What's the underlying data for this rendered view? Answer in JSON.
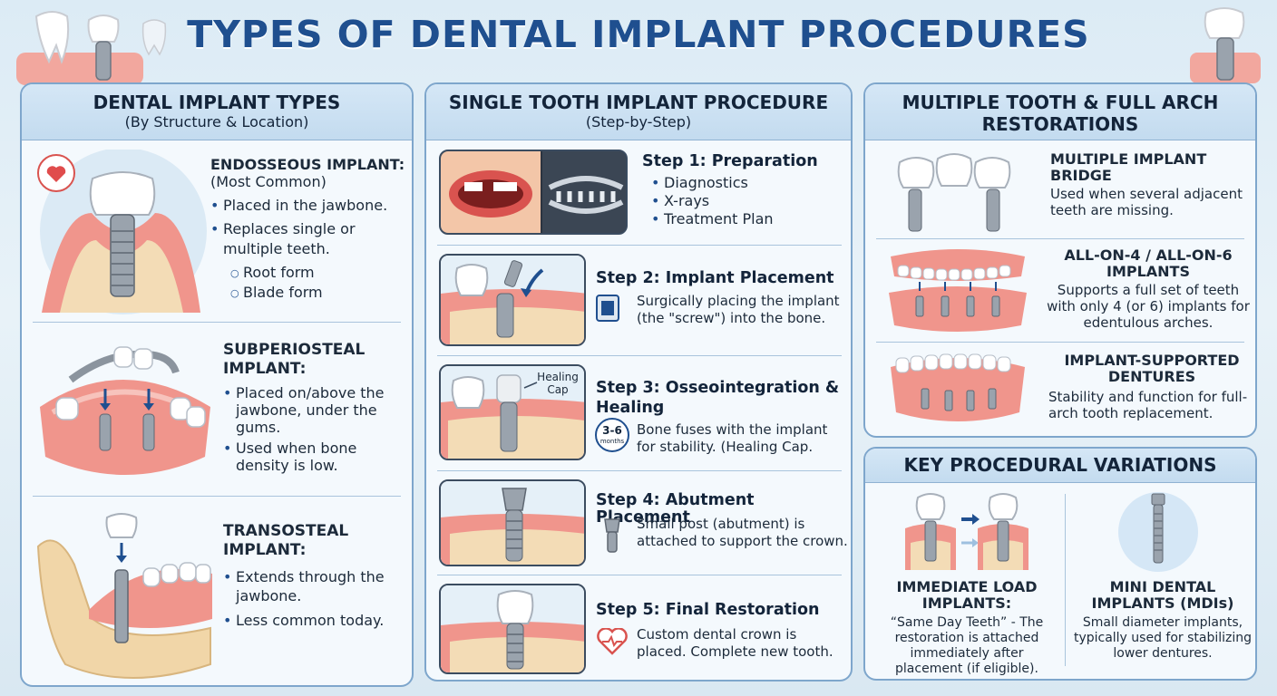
{
  "title": "TYPES OF DENTAL IMPLANT PROCEDURES",
  "colors": {
    "title": "#1f4f8f",
    "panel_border": "#7ea6cc",
    "gum": "#f0958c",
    "bone": "#f3dcb6",
    "metal": "#9aa3ad"
  },
  "panel_types": {
    "heading": "DENTAL IMPLANT TYPES",
    "subheading": "(By Structure & Location)",
    "endosseous": {
      "title": "ENDOSSEOUS IMPLANT:",
      "note": "(Most Common)",
      "bullets": [
        "Placed in the jawbone.",
        "Replaces single or multiple teeth."
      ],
      "sub_bullets": [
        "Root form",
        "Blade form"
      ]
    },
    "subperiosteal": {
      "title": "SUBPERIOSTEAL IMPLANT:",
      "bullets": [
        "Placed on/above the jawbone, under the gums.",
        "Used when bone density is low."
      ]
    },
    "transosteal": {
      "title": "TRANSOSTEAL IMPLANT:",
      "bullets": [
        "Extends through the jawbone.",
        "Less common today."
      ]
    }
  },
  "panel_single": {
    "heading": "SINGLE TOOTH IMPLANT PROCEDURE",
    "subheading": "(Step-by-Step)",
    "steps": [
      {
        "title": "Step 1: Preparation",
        "bullets": [
          "Diagnostics",
          "X-rays",
          "Treatment Plan"
        ]
      },
      {
        "title": "Step 2: Implant Placement",
        "text": "Surgically placing the implant (the \"screw\") into the bone."
      },
      {
        "title": "Step 3: Osseointegration & Healing",
        "text": "Bone fuses with the implant for stability. (Healing Cap.",
        "badge_num": "3-6",
        "badge_unit": "months",
        "image_label": "Healing Cap"
      },
      {
        "title": "Step 4: Abutment Placement",
        "text": "Small post (abutment) is attached to support the crown."
      },
      {
        "title": "Step 5: Final Restoration",
        "text": "Custom dental crown is placed. Complete new tooth."
      }
    ]
  },
  "panel_multi": {
    "heading": "MULTIPLE TOOTH & FULL ARCH RESTORATIONS",
    "items": [
      {
        "title": "MULTIPLE IMPLANT BRIDGE",
        "text": "Used when several adjacent teeth are missing."
      },
      {
        "title": "ALL-ON-4 / ALL-ON-6 IMPLANTS",
        "text": "Supports a full set of teeth with only 4 (or 6) implants for edentulous arches."
      },
      {
        "title": "IMPLANT-SUPPORTED DENTURES",
        "text": "Stability and function for full-arch tooth replacement."
      }
    ]
  },
  "panel_variations": {
    "heading": "KEY PROCEDURAL VARIATIONS",
    "immediate": {
      "title": "IMMEDIATE LOAD IMPLANTS:",
      "text": "“Same Day Teeth” - The restoration is attached immediately after placement (if eligible)."
    },
    "mini": {
      "title": "MINI DENTAL IMPLANTS (MDIs)",
      "text": "Small diameter implants, typically used for stabilizing lower dentures."
    }
  }
}
